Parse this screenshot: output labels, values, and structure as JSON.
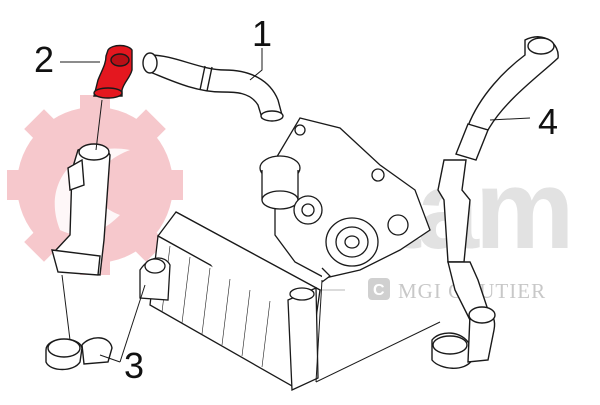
{
  "diagram": {
    "callouts": [
      "1",
      "2",
      "3",
      "4"
    ],
    "highlight_color": "#e4171f",
    "line_color": "#1a1a1a",
    "part_fill": "#ffffff",
    "watermark": {
      "logo_text": "saam",
      "brand_text": "MGI COUTIER",
      "gear_color": "#f6c8cc",
      "text_color": "#d4d4d4"
    }
  }
}
